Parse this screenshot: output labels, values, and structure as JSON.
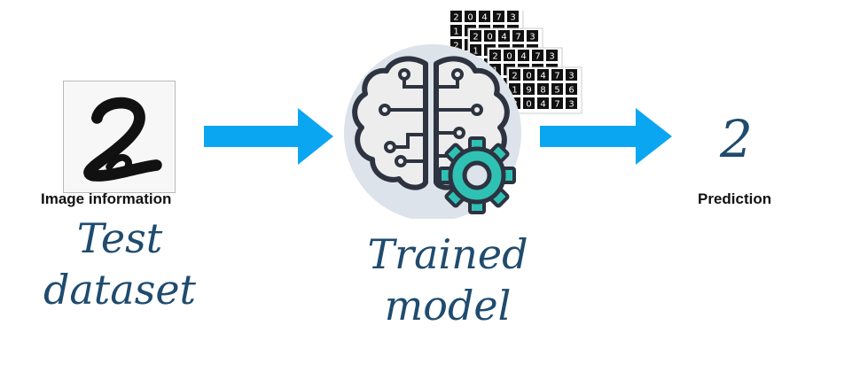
{
  "input": {
    "caption": "Image information",
    "label_line1": "Test",
    "label_line2": "dataset",
    "digit_icon": "handwritten-digit-2-image"
  },
  "model": {
    "label_line1": "Trained",
    "label_line2": "model",
    "brain_icon": "brain-circuit-icon",
    "gear_icon": "gear-icon",
    "gear_color": "#2fc2b4"
  },
  "output": {
    "value": "2",
    "caption": "Prediction"
  },
  "colors": {
    "arrow": "#0aa6f2",
    "label_text": "#1f4b6e",
    "circle_bg": "#dde3ea"
  }
}
